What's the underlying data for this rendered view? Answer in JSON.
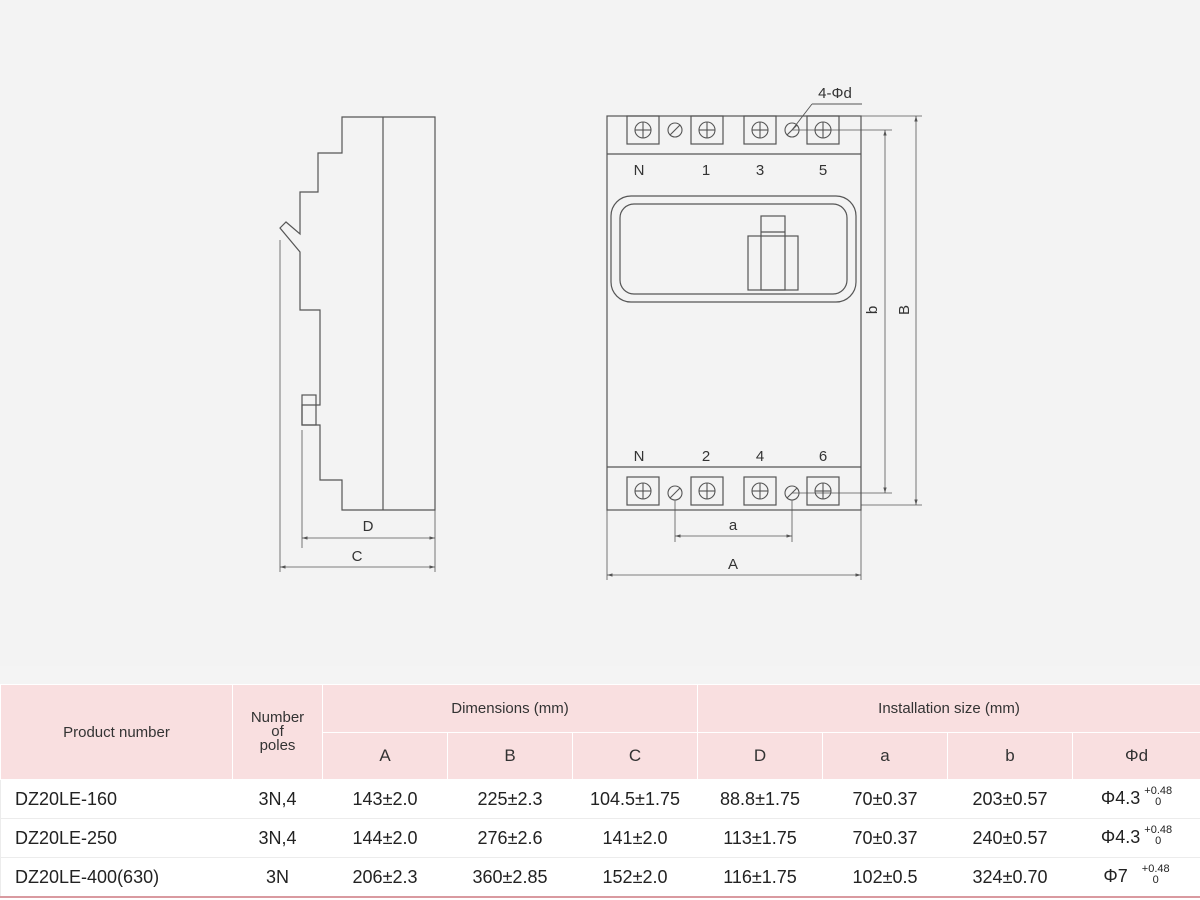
{
  "drawing": {
    "side_view": {
      "dim_inner": "D",
      "dim_outer": "C"
    },
    "front_view": {
      "hole_label": "4-Φd",
      "top_terminals": [
        "N",
        "1",
        "3",
        "5"
      ],
      "bottom_terminals": [
        "N",
        "2",
        "4",
        "6"
      ],
      "dim_hole_spacing": "a",
      "dim_width": "A",
      "dim_inner_height": "b",
      "dim_outer_height": "B"
    }
  },
  "table": {
    "headers": {
      "product_number": "Product number",
      "poles_line1": "Number",
      "poles_line2": "of",
      "poles_line3": "poles",
      "dimensions_group": "Dimensions (mm)",
      "installation_group": "Installation size (mm)",
      "sub": [
        "A",
        "B",
        "C",
        "D",
        "a",
        "b",
        "Φd"
      ]
    },
    "rows": [
      {
        "product": "DZ20LE-160",
        "poles": "3N,4",
        "A": "143±2.0",
        "B": "225±2.3",
        "C": "104.5±1.75",
        "D": "88.8±1.75",
        "a": "70±0.37",
        "b": "203±0.57",
        "phi": "Φ4.3",
        "tol_upper": "+0.48",
        "tol_lower": "0"
      },
      {
        "product": "DZ20LE-250",
        "poles": "3N,4",
        "A": "144±2.0",
        "B": "276±2.6",
        "C": "141±2.0",
        "D": "113±1.75",
        "a": "70±0.37",
        "b": "240±0.57",
        "phi": "Φ4.3",
        "tol_upper": "+0.48",
        "tol_lower": "0"
      },
      {
        "product": "DZ20LE-400(630)",
        "poles": "3N",
        "A": "206±2.3",
        "B": "360±2.85",
        "C": "152±2.0",
        "D": "116±1.75",
        "a": "102±0.5",
        "b": "324±0.70",
        "phi": "Φ7",
        "tol_upper": "+0.48",
        "tol_lower": "0"
      }
    ]
  }
}
